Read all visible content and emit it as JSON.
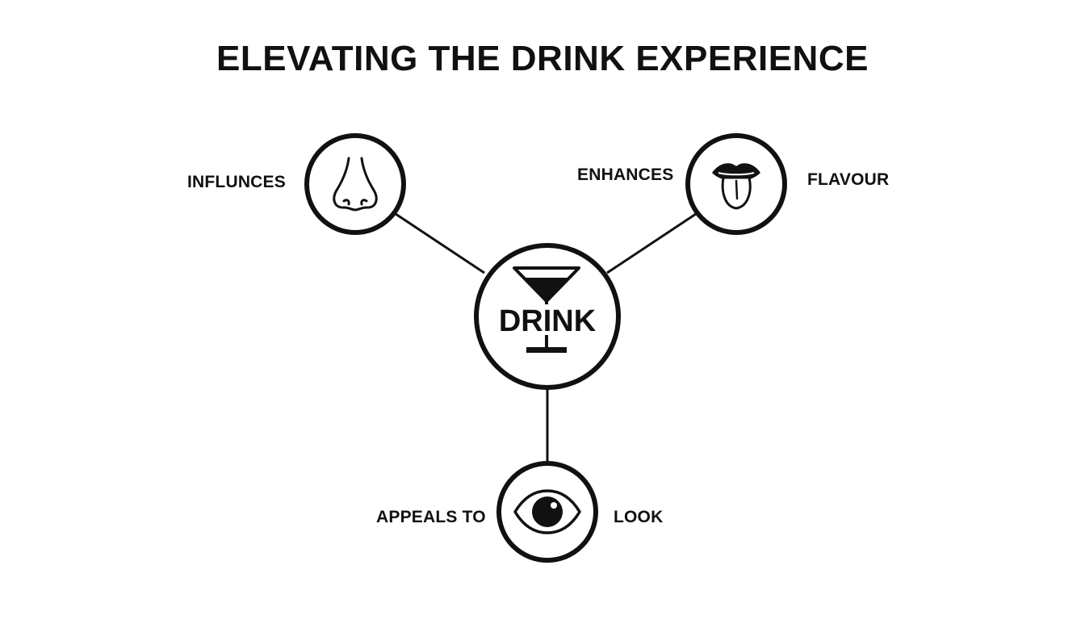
{
  "title": "ELEVATING THE DRINK EXPERIENCE",
  "center": {
    "label": "DRINK",
    "icon": "cocktail-glass-icon"
  },
  "nodes": {
    "smell": {
      "icon": "nose-icon",
      "label_left": "INFLUNCES"
    },
    "taste": {
      "icon": "tongue-icon",
      "label_left": "ENHANCES",
      "label_right": "FLAVOUR"
    },
    "sight": {
      "icon": "eye-icon",
      "label_left": "APPEALS TO",
      "label_right": "LOOK"
    }
  },
  "colors": {
    "stroke": "#111111",
    "background": "#ffffff"
  }
}
